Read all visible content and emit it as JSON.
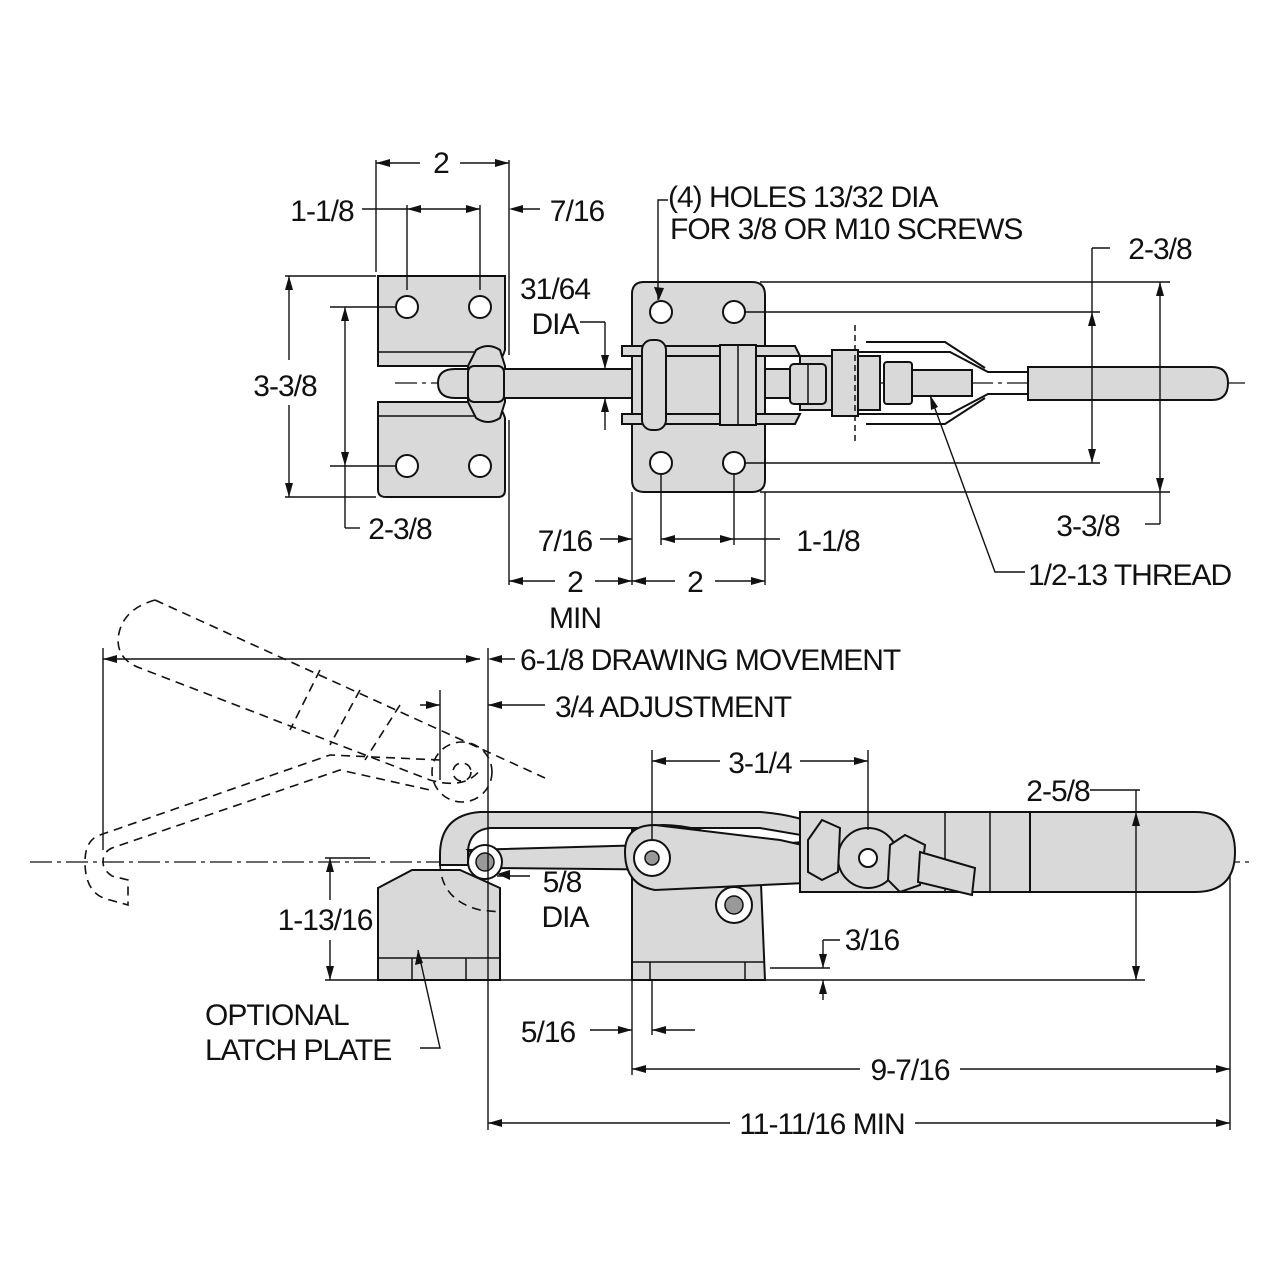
{
  "colors": {
    "part_fill": "#d9d9d9",
    "line": "#111111",
    "background": "#ffffff"
  },
  "top_view": {
    "labels": {
      "dim_2_top": "2",
      "dim_1_1_8_left": "1-1/8",
      "dim_7_16_top": "7/16",
      "holes_note_line1": "(4) HOLES 13/32 DIA",
      "holes_note_line2": "FOR 3/8 OR M10 SCREWS",
      "dim_31_64": "31/64",
      "dim_dia": "DIA",
      "dim_3_3_8_left": "3-3/8",
      "dim_2_3_8_left": "2-3/8",
      "dim_2_3_8_right": "2-3/8",
      "dim_3_3_8_right": "3-3/8",
      "dim_7_16_bottom": "7/16",
      "dim_1_1_8_bottom": "1-1/8",
      "dim_2_min": "2",
      "dim_min": "MIN",
      "dim_2_bottom": "2",
      "thread": "1/2-13 THREAD"
    }
  },
  "side_view": {
    "labels": {
      "drawing_movement": "6-1/8 DRAWING MOVEMENT",
      "adjustment": "3/4 ADJUSTMENT",
      "dim_3_1_4": "3-1/4",
      "dim_2_5_8": "2-5/8",
      "dim_5_8": "5/8",
      "dim_dia": "DIA",
      "dim_1_13_16": "1-13/16",
      "dim_3_16": "3/16",
      "latch_line1": "OPTIONAL",
      "latch_line2": "LATCH PLATE",
      "dim_5_16": "5/16",
      "dim_9_7_16": "9-7/16",
      "dim_11_11_16": "11-11/16 MIN"
    }
  }
}
